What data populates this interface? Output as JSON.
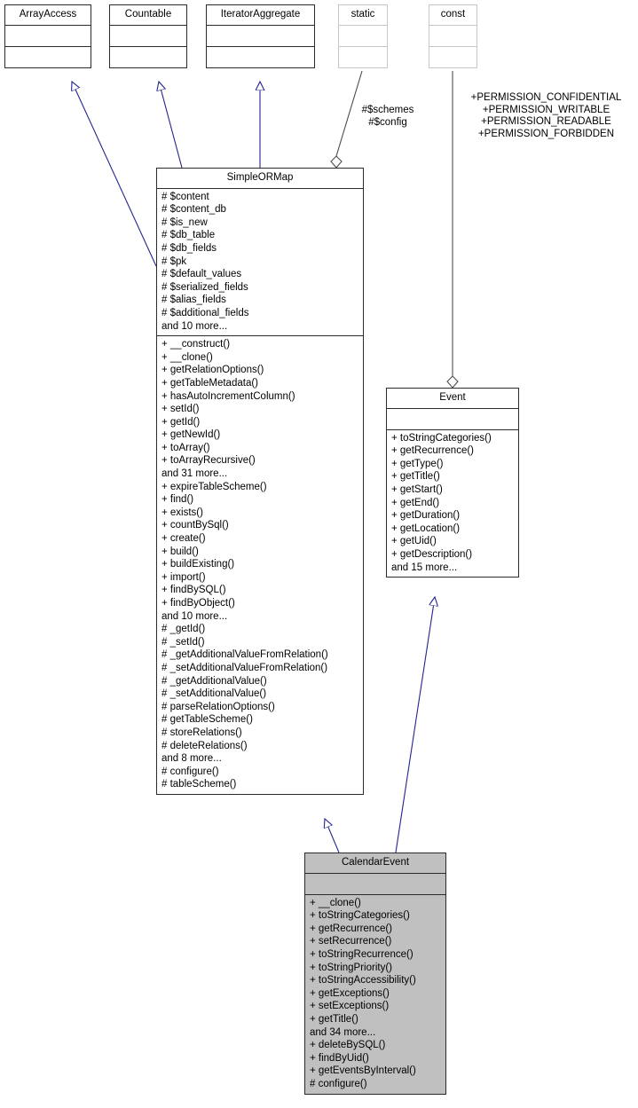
{
  "diagram": {
    "kind": "uml-class-diagram",
    "title": "CalendarEvent class hierarchy",
    "colors": {
      "inheritance_edge": "#24248f",
      "aggregation_edge": "#4d4d4d",
      "node_border": "#2b2b2b",
      "node_border_faded": "#c6c6c6",
      "node_fill": "#ffffff",
      "node_fill_highlight": "#c0c0c0",
      "text": "#000000"
    }
  },
  "nodes": {
    "array_access": {
      "name": "ArrayAccess",
      "attributes": [],
      "operations": []
    },
    "countable": {
      "name": "Countable",
      "attributes": [],
      "operations": []
    },
    "iterator_aggregate": {
      "name": "IteratorAggregate",
      "attributes": [],
      "operations": []
    },
    "static": {
      "name": "static",
      "attributes": [],
      "operations": []
    },
    "const": {
      "name": "const",
      "attributes": [],
      "operations": []
    },
    "simple_or_map": {
      "name": "SimpleORMap",
      "attributes": [
        "# $content",
        "# $content_db",
        "# $is_new",
        "# $db_table",
        "# $db_fields",
        "# $pk",
        "# $default_values",
        "# $serialized_fields",
        "# $alias_fields",
        "# $additional_fields",
        "and 10 more..."
      ],
      "operations": [
        "+ __construct()",
        "+ __clone()",
        "+ getRelationOptions()",
        "+ getTableMetadata()",
        "+ hasAutoIncrementColumn()",
        "+ setId()",
        "+ getId()",
        "+ getNewId()",
        "+ toArray()",
        "+ toArrayRecursive()",
        "and 31 more...",
        "+ expireTableScheme()",
        "+ find()",
        "+ exists()",
        "+ countBySql()",
        "+ create()",
        "+ build()",
        "+ buildExisting()",
        "+ import()",
        "+ findBySQL()",
        "+ findByObject()",
        "and 10 more...",
        "# _getId()",
        "# _setId()",
        "# _getAdditionalValueFromRelation()",
        "# _setAdditionalValueFromRelation()",
        "# _getAdditionalValue()",
        "# _setAdditionalValue()",
        "# parseRelationOptions()",
        "# getTableScheme()",
        "# storeRelations()",
        "# deleteRelations()",
        "and 8 more...",
        "# configure()",
        "# tableScheme()"
      ]
    },
    "event": {
      "name": "Event",
      "attributes": [],
      "operations": [
        "+ toStringCategories()",
        "+ getRecurrence()",
        "+ getType()",
        "+ getTitle()",
        "+ getStart()",
        "+ getEnd()",
        "+ getDuration()",
        "+ getLocation()",
        "+ getUid()",
        "+ getDescription()",
        "and 15 more..."
      ]
    },
    "calendar_event": {
      "name": "CalendarEvent",
      "attributes": [],
      "operations": [
        "+ __clone()",
        "+ toStringCategories()",
        "+ getRecurrence()",
        "+ setRecurrence()",
        "+ toStringRecurrence()",
        "+ toStringPriority()",
        "+ toStringAccessibility()",
        "+ getExceptions()",
        "+ setExceptions()",
        "+ getTitle()",
        "and 34 more...",
        "+ deleteBySQL()",
        "+ findByUid()",
        "+ getEventsByInterval()",
        "# configure()"
      ]
    }
  },
  "edge_labels": {
    "static_to_simple_or_map": "#$schemes\n#$config",
    "static_to_simple_or_map_lines": [
      "#$schemes",
      "#$config"
    ],
    "const_to_event_lines": [
      "+PERMISSION_CONFIDENTIAL",
      "+PERMISSION_WRITABLE",
      "+PERMISSION_READABLE",
      "+PERMISSION_FORBIDDEN"
    ]
  },
  "relationships": [
    {
      "from": "simple_or_map",
      "to": "array_access",
      "type": "inheritance"
    },
    {
      "from": "simple_or_map",
      "to": "countable",
      "type": "inheritance"
    },
    {
      "from": "simple_or_map",
      "to": "iterator_aggregate",
      "type": "inheritance"
    },
    {
      "from": "simple_or_map",
      "to": "static",
      "type": "aggregation"
    },
    {
      "from": "event",
      "to": "const",
      "type": "aggregation"
    },
    {
      "from": "calendar_event",
      "to": "simple_or_map",
      "type": "inheritance"
    },
    {
      "from": "calendar_event",
      "to": "event",
      "type": "inheritance"
    }
  ]
}
